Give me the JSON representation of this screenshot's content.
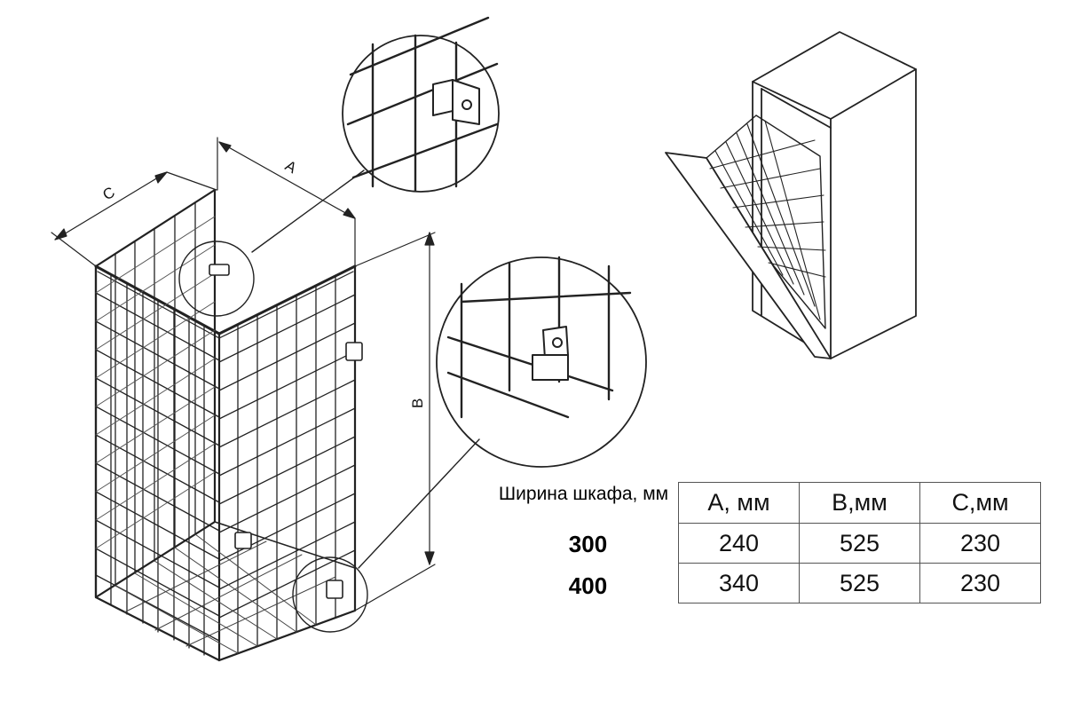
{
  "dimensions": {
    "label_a": "A",
    "label_b": "B",
    "label_c": "C"
  },
  "table": {
    "width_label": "Ширина шкафа, мм",
    "headers": [
      "A, мм",
      "B,мм",
      "C,мм"
    ],
    "rows": [
      {
        "width": "300",
        "values": [
          "240",
          "525",
          "230"
        ]
      },
      {
        "width": "400",
        "values": [
          "340",
          "525",
          "230"
        ]
      }
    ]
  }
}
